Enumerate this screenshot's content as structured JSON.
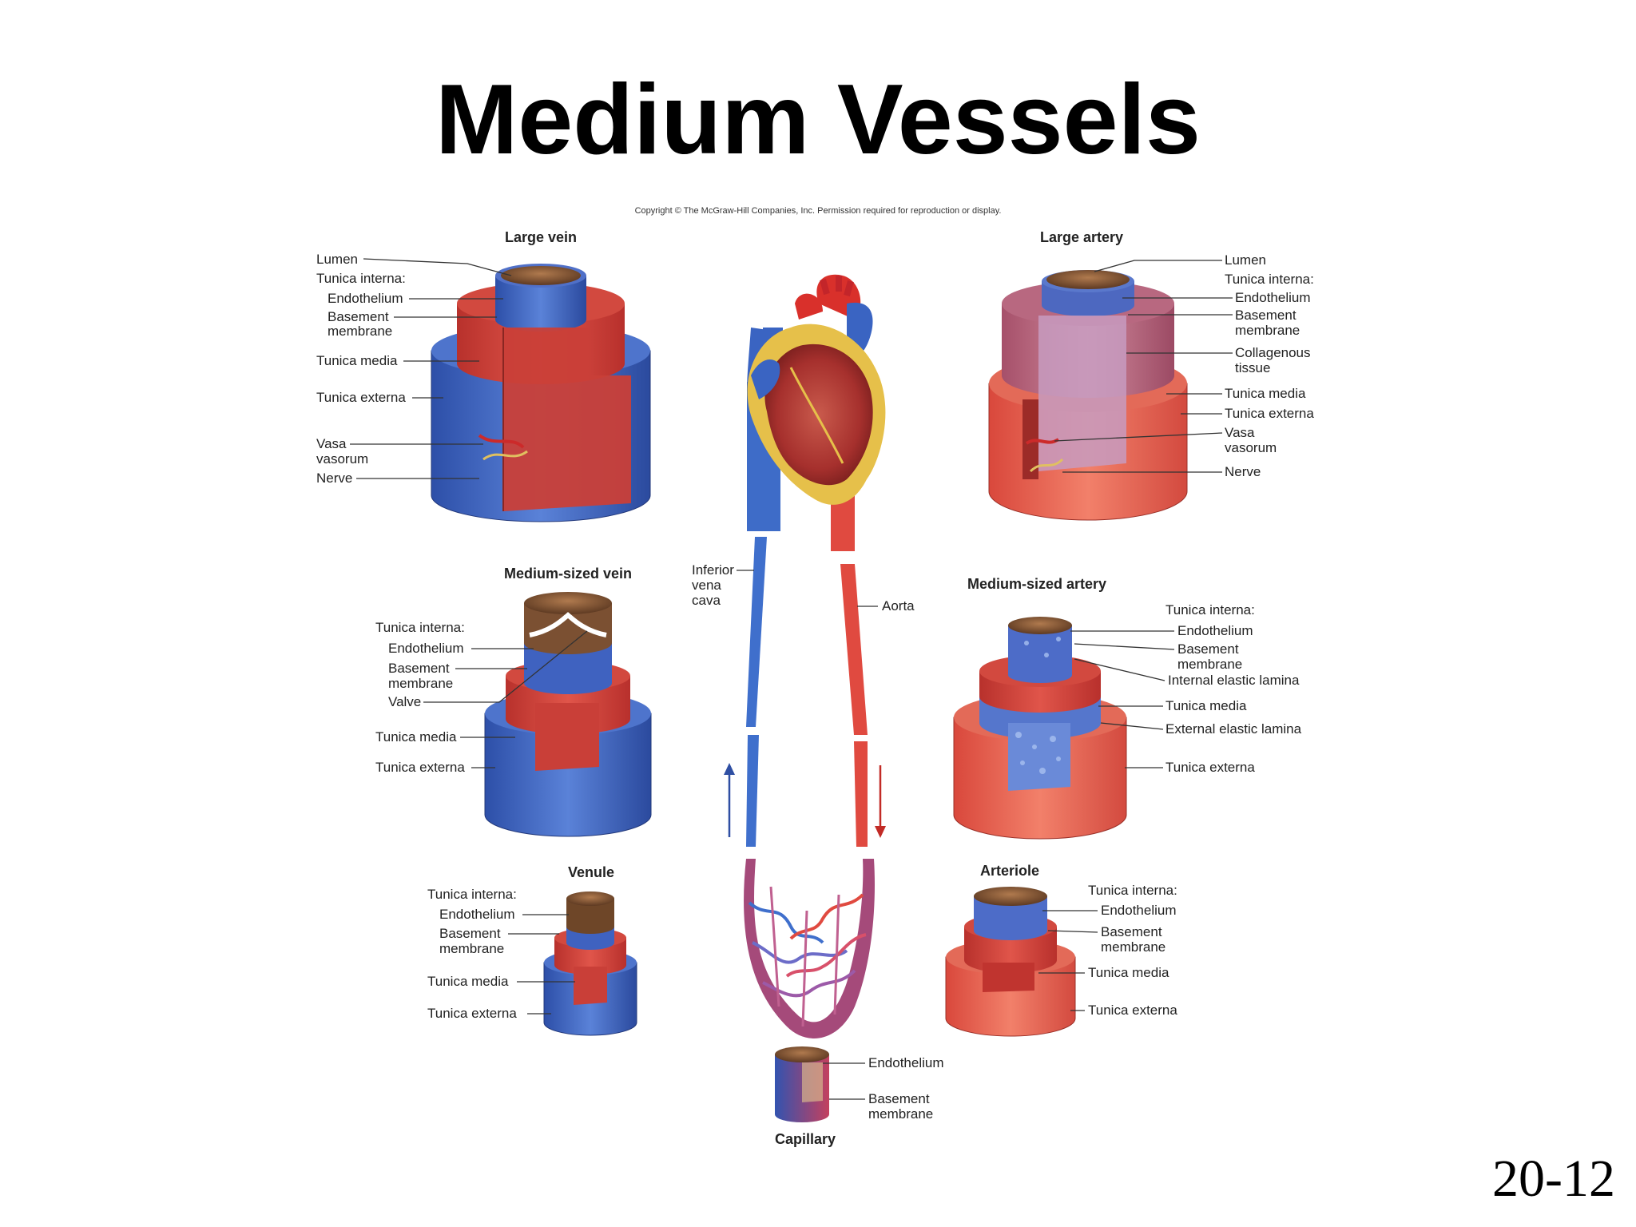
{
  "title": "Medium Vessels",
  "copyright": "Copyright © The McGraw-Hill Companies, Inc. Permission required for reproduction or display.",
  "slide_number": "20-12",
  "colors": {
    "vein_blue": "#3e66c2",
    "artery_red": "#dd5a4c",
    "media_red": "#d2423c",
    "lumen_brown": "#8a5a3a"
  },
  "large_vein": {
    "title": "Large vein",
    "lumen": "Lumen",
    "tunica_interna": "Tunica interna:",
    "endothelium": "Endothelium",
    "basement": "Basement",
    "membrane": "membrane",
    "tunica_media": "Tunica media",
    "tunica_externa": "Tunica externa",
    "vasa": "Vasa",
    "vasorum": "vasorum",
    "nerve": "Nerve"
  },
  "large_artery": {
    "title": "Large artery",
    "lumen": "Lumen",
    "tunica_interna": "Tunica interna:",
    "endothelium": "Endothelium",
    "basement": "Basement",
    "membrane": "membrane",
    "collagenous": "Collagenous",
    "tissue": "tissue",
    "tunica_media": "Tunica media",
    "tunica_externa": "Tunica externa",
    "vasa": "Vasa",
    "vasorum": "vasorum",
    "nerve": "Nerve"
  },
  "medium_vein": {
    "title": "Medium-sized vein",
    "tunica_interna": "Tunica interna:",
    "endothelium": "Endothelium",
    "basement": "Basement",
    "membrane": "membrane",
    "valve": "Valve",
    "tunica_media": "Tunica media",
    "tunica_externa": "Tunica externa"
  },
  "medium_artery": {
    "title": "Medium-sized artery",
    "tunica_interna": "Tunica interna:",
    "endothelium": "Endothelium",
    "basement": "Basement",
    "membrane": "membrane",
    "internal_elastic": "Internal elastic lamina",
    "tunica_media": "Tunica media",
    "external_elastic": "External elastic lamina",
    "tunica_externa": "Tunica externa"
  },
  "venule": {
    "title": "Venule",
    "tunica_interna": "Tunica interna:",
    "endothelium": "Endothelium",
    "basement": "Basement",
    "membrane": "membrane",
    "tunica_media": "Tunica media",
    "tunica_externa": "Tunica externa"
  },
  "arteriole": {
    "title": "Arteriole",
    "tunica_interna": "Tunica interna:",
    "endothelium": "Endothelium",
    "basement": "Basement",
    "membrane": "membrane",
    "tunica_media": "Tunica media",
    "tunica_externa": "Tunica externa"
  },
  "capillary": {
    "title": "Capillary",
    "endothelium": "Endothelium",
    "basement": "Basement",
    "membrane": "membrane"
  },
  "center": {
    "ivc_1": "Inferior",
    "ivc_2": "vena",
    "ivc_3": "cava",
    "aorta": "Aorta"
  }
}
